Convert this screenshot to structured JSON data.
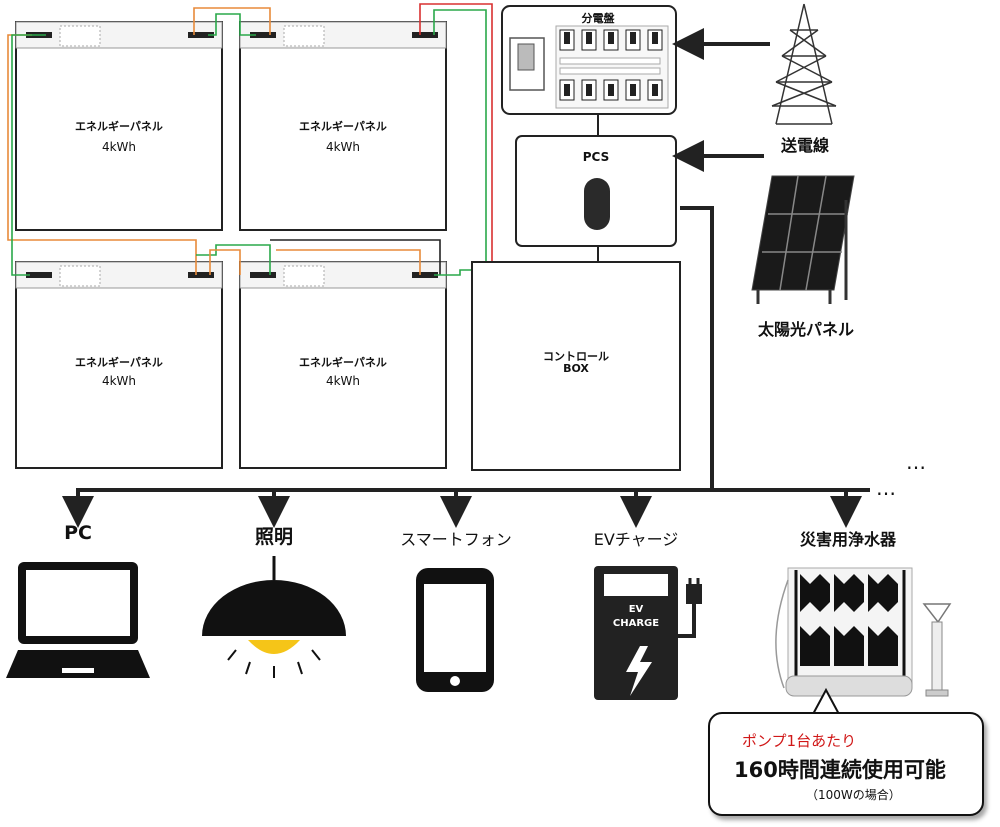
{
  "battery_panels": [
    {
      "name": "エネルギーパネル",
      "capacity": "4kWh"
    },
    {
      "name": "エネルギーパネル",
      "capacity": "4kWh"
    },
    {
      "name": "エネルギーパネル",
      "capacity": "4kWh"
    },
    {
      "name": "エネルギーパネル",
      "capacity": "4kWh"
    }
  ],
  "distribution_board": {
    "label": "分電盤"
  },
  "pcs": {
    "label": "PCS"
  },
  "control_box": {
    "label_line1": "コントロール",
    "label_line2": "BOX"
  },
  "power_line": {
    "label": "送電線"
  },
  "solar": {
    "label": "太陽光パネル"
  },
  "devices": [
    {
      "label": "PC",
      "icon": "pc-monitor-icon"
    },
    {
      "label": "照明",
      "icon": "ceiling-lamp-icon"
    },
    {
      "label": "スマートフォン",
      "icon": "smartphone-icon"
    },
    {
      "label": "EVチャージ",
      "icon": "ev-charger-icon"
    },
    {
      "label": "災害用浄水器",
      "icon": "water-purifier-icon"
    }
  ],
  "ellipsis_top": "…",
  "ellipsis_bottom": "…",
  "ev_screen": {
    "line1": "EV",
    "line2": "CHARGE"
  },
  "callout": {
    "line1": "ポンプ1台あたり",
    "line2": "160時間連続使用可能",
    "line3": "（100Wの場合）"
  },
  "colors": {
    "orange_wire": "#e88a3a",
    "green_wire": "#2aa84a",
    "red_wire": "#d93030",
    "dark_wire": "#222222"
  }
}
